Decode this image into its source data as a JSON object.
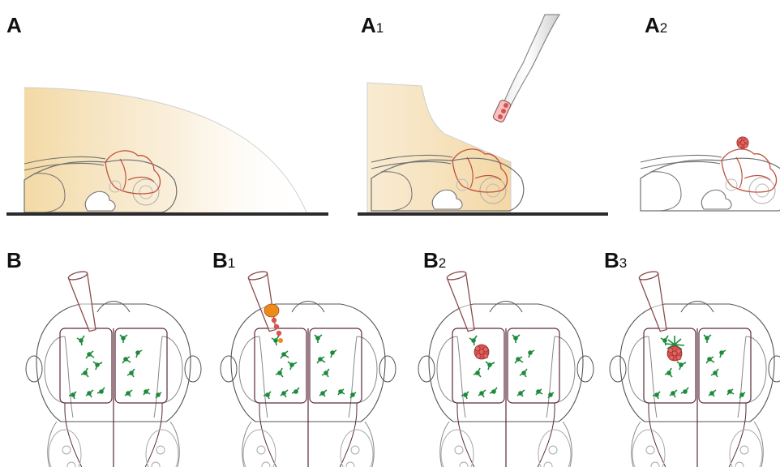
{
  "figure": {
    "panels": [
      {
        "id": "A",
        "label": "A",
        "subscript": ""
      },
      {
        "id": "A1",
        "label": "A",
        "subscript": "1"
      },
      {
        "id": "A2",
        "label": "A",
        "subscript": "2"
      },
      {
        "id": "B",
        "label": "B",
        "subscript": ""
      },
      {
        "id": "B1",
        "label": "B",
        "subscript": "1"
      },
      {
        "id": "B2",
        "label": "B",
        "subscript": "2"
      },
      {
        "id": "B3",
        "label": "B",
        "subscript": "3"
      }
    ],
    "colors": {
      "outline": "#707070",
      "brain_outline": "#c0503c",
      "agarose_fill": "#f3d9a3",
      "surface": "#2b2b2b",
      "pipette_outline": "#8a4a4a",
      "cells": "#d9534f",
      "microglia": "#1e8a3c",
      "dye": "#ee8a1a"
    }
  }
}
